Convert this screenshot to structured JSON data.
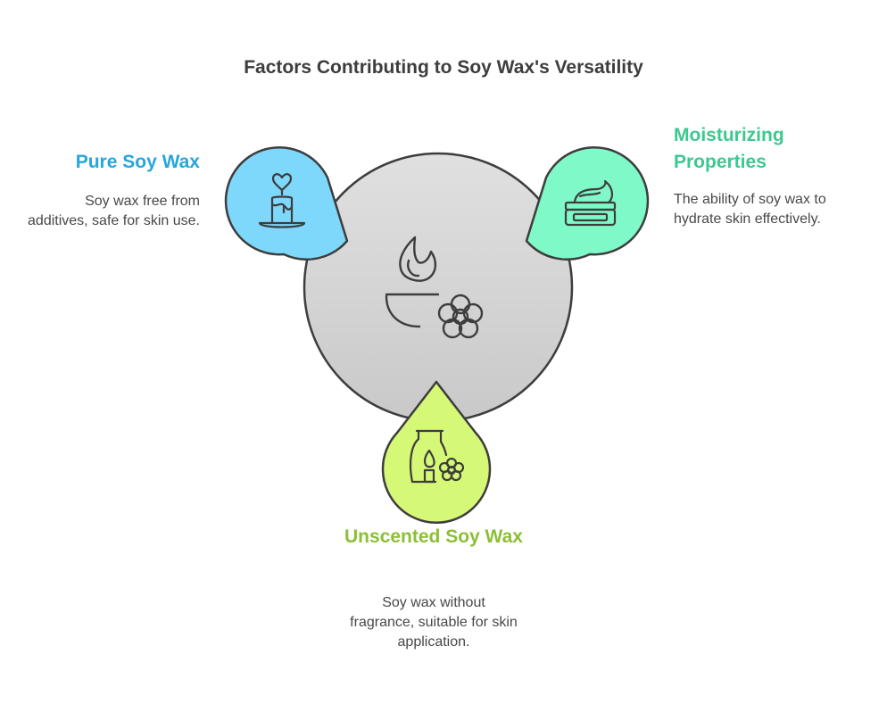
{
  "title": "Factors Contributing to Soy Wax's Versatility",
  "colors": {
    "center": "#d7d7d7",
    "pure": "#7ed8fb",
    "pure_text": "#27a6dc",
    "moist": "#7ef9c7",
    "moist_text": "#3cc88f",
    "unscented": "#d6f877",
    "unscented_text": "#8cbf36",
    "outline": "#3d3d3d"
  },
  "center": {
    "icon": "oil-burner-flower-icon"
  },
  "factors": [
    {
      "heading": "Pure Soy Wax",
      "description": "Soy wax free from additives, safe for skin use.",
      "icon": "candle-heart-icon"
    },
    {
      "heading": "Moisturizing Properties",
      "description": "The ability of soy wax to hydrate skin effectively.",
      "icon": "cream-jar-icon"
    },
    {
      "heading": "Unscented Soy Wax",
      "description": "Soy wax without fragrance, suitable for skin application.",
      "icon": "aroma-diffuser-icon"
    }
  ]
}
